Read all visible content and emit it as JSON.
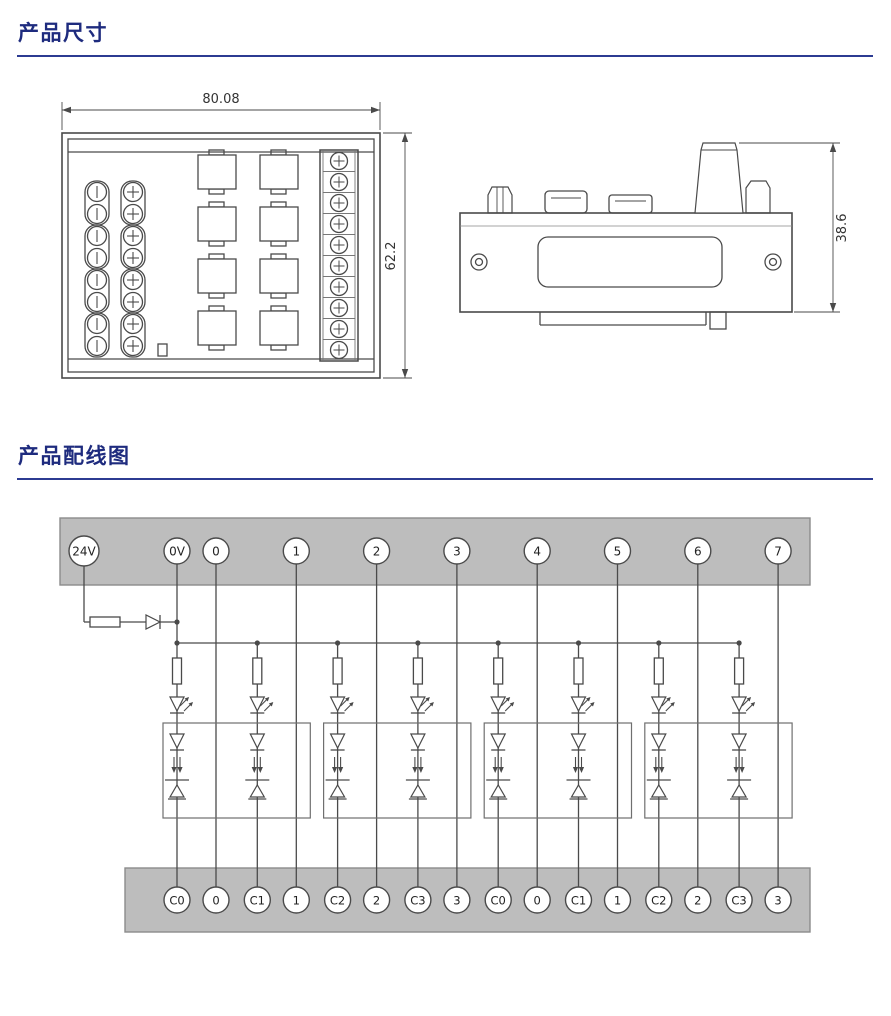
{
  "titles": {
    "dimensions": "产品尺寸",
    "wiring": "产品配线图"
  },
  "colors": {
    "accent": "#2c3b92",
    "heading_text": "#1e2b7e",
    "line": "#4a4a4a",
    "bar_fill": "#bdbdbd",
    "bar_stroke": "#8c8c8c"
  },
  "front_view": {
    "width_label": "80.08",
    "height_label": "62.2"
  },
  "side_view": {
    "height_label": "38.6"
  },
  "wiring_diagram": {
    "top_terminals": [
      "24V",
      "0V",
      "0",
      "1",
      "2",
      "3",
      "4",
      "5",
      "6",
      "7"
    ],
    "bottom_terminals": [
      "C0",
      "0",
      "C1",
      "1",
      "C2",
      "2",
      "C3",
      "3",
      "C0",
      "0",
      "C1",
      "1",
      "C2",
      "2",
      "C3",
      "3"
    ],
    "channels": 8,
    "output_groups": 4
  }
}
